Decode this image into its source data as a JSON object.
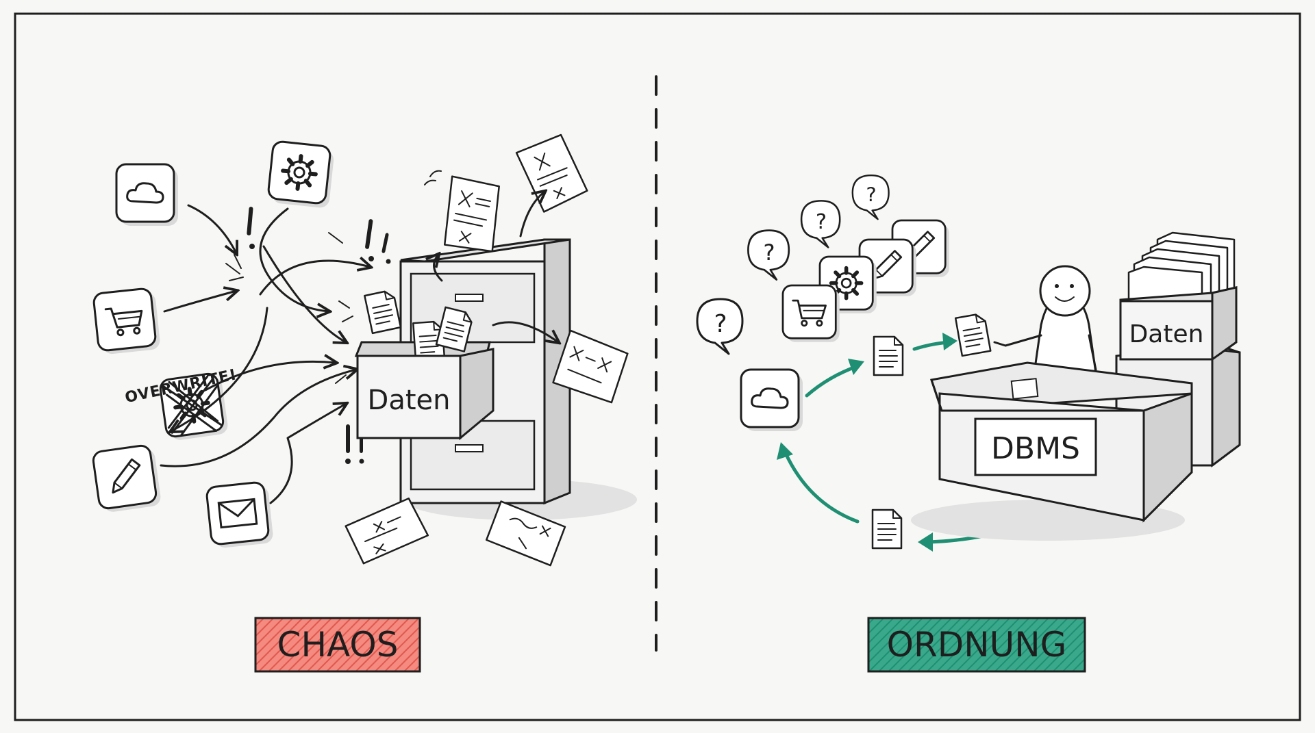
{
  "left_panel": {
    "overwrite_label": "OVERWRITE!",
    "cabinet_label": "Daten",
    "title": "CHAOS",
    "title_color": "#f07a70",
    "icons": [
      "cloud-icon",
      "gear-icon",
      "cart-icon",
      "crossed-gear-icon",
      "pencil-icon",
      "mail-icon"
    ]
  },
  "right_panel": {
    "desk_label": "DBMS",
    "box_label": "Daten",
    "title": "ORDNUNG",
    "title_color": "#2e9d80",
    "question_mark": "?",
    "icons": [
      "cloud-icon",
      "cart-icon",
      "gear-icon",
      "pencil-icon",
      "pencil-icon"
    ]
  },
  "colors": {
    "ink": "#1e1e1e",
    "arrow_green": "#1f8f73"
  }
}
